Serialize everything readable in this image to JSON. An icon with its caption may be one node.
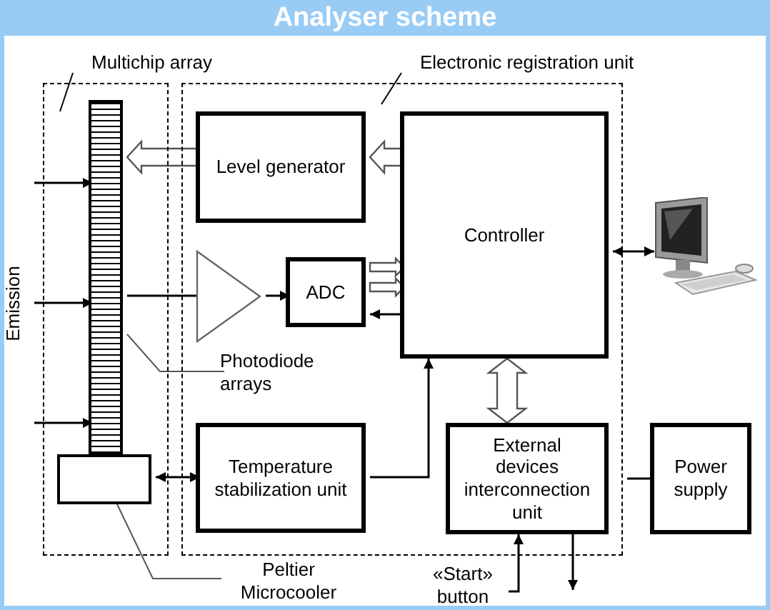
{
  "diagram": {
    "title": "Analyser scheme",
    "nodes": [
      {
        "text": [
          "Multichip array"
        ]
      },
      {
        "text": [
          "Electronic registration unit"
        ]
      },
      {
        "text": [],
        "shape": "bar",
        "in": 0
      },
      {
        "text": [],
        "shape": "box",
        "in": 0
      },
      {
        "text": [
          "Level generator"
        ],
        "in": 1
      },
      {
        "text": [],
        "shape": "triangle",
        "in": 1
      },
      {
        "text": [
          "ADC"
        ],
        "in": 1
      },
      {
        "text": [
          "Controller"
        ],
        "in": 1
      },
      {
        "text": [
          "Temperature stabilization unit"
        ],
        "in": 1
      },
      {
        "text": [
          "External devices interconnection unit"
        ],
        "in": 1
      },
      {
        "text": [],
        "shape": "picture"
      },
      {
        "text": [
          "Power supply"
        ]
      },
      {
        "text": [
          "Photodiode arrays"
        ],
        "in": 1
      },
      {
        "text": [
          "Peltier Microcooler"
        ]
      },
      {
        "text": [
          "«Start» button"
        ]
      }
    ],
    "edges": [
      {
        "from": null,
        "to": 2,
        "arrow": "to"
      },
      {
        "from": null,
        "to": 2,
        "arrow": "to"
      },
      {
        "from": null,
        "to": 2,
        "arrow": "to"
      },
      {
        "from": 4,
        "to": 2,
        "arrow": "to",
        "style": "thick"
      },
      {
        "from": 7,
        "to": 4,
        "arrow": "to",
        "style": "thick"
      },
      {
        "from": 2,
        "to": 5,
        "arrow": "none"
      },
      {
        "from": 5,
        "to": 6,
        "arrow": "to"
      },
      {
        "from": 6,
        "to": 7,
        "arrow": "to",
        "style": "thick"
      },
      {
        "from": 6,
        "to": 7,
        "arrow": "to",
        "style": "thick"
      },
      {
        "from": 7,
        "to": 6,
        "arrow": "to"
      },
      {
        "from": 3,
        "to": 8,
        "arrow": "both"
      },
      {
        "from": 8,
        "to": 7,
        "arrow": "to"
      },
      {
        "from": 7,
        "to": 9,
        "arrow": "both",
        "style": "thick"
      },
      {
        "from": 7,
        "to": 10,
        "arrow": "both"
      },
      {
        "from": 11,
        "to": 1,
        "arrow": "none"
      },
      {
        "from": 14,
        "to": 9,
        "arrow": "to"
      },
      {
        "from": 9,
        "to": null,
        "arrow": "to"
      },
      {
        "from": 12,
        "to": 2,
        "arrow": "none"
      },
      {
        "from": 13,
        "to": 3,
        "arrow": "none"
      }
    ],
    "labels": [
      "Emission"
    ]
  }
}
